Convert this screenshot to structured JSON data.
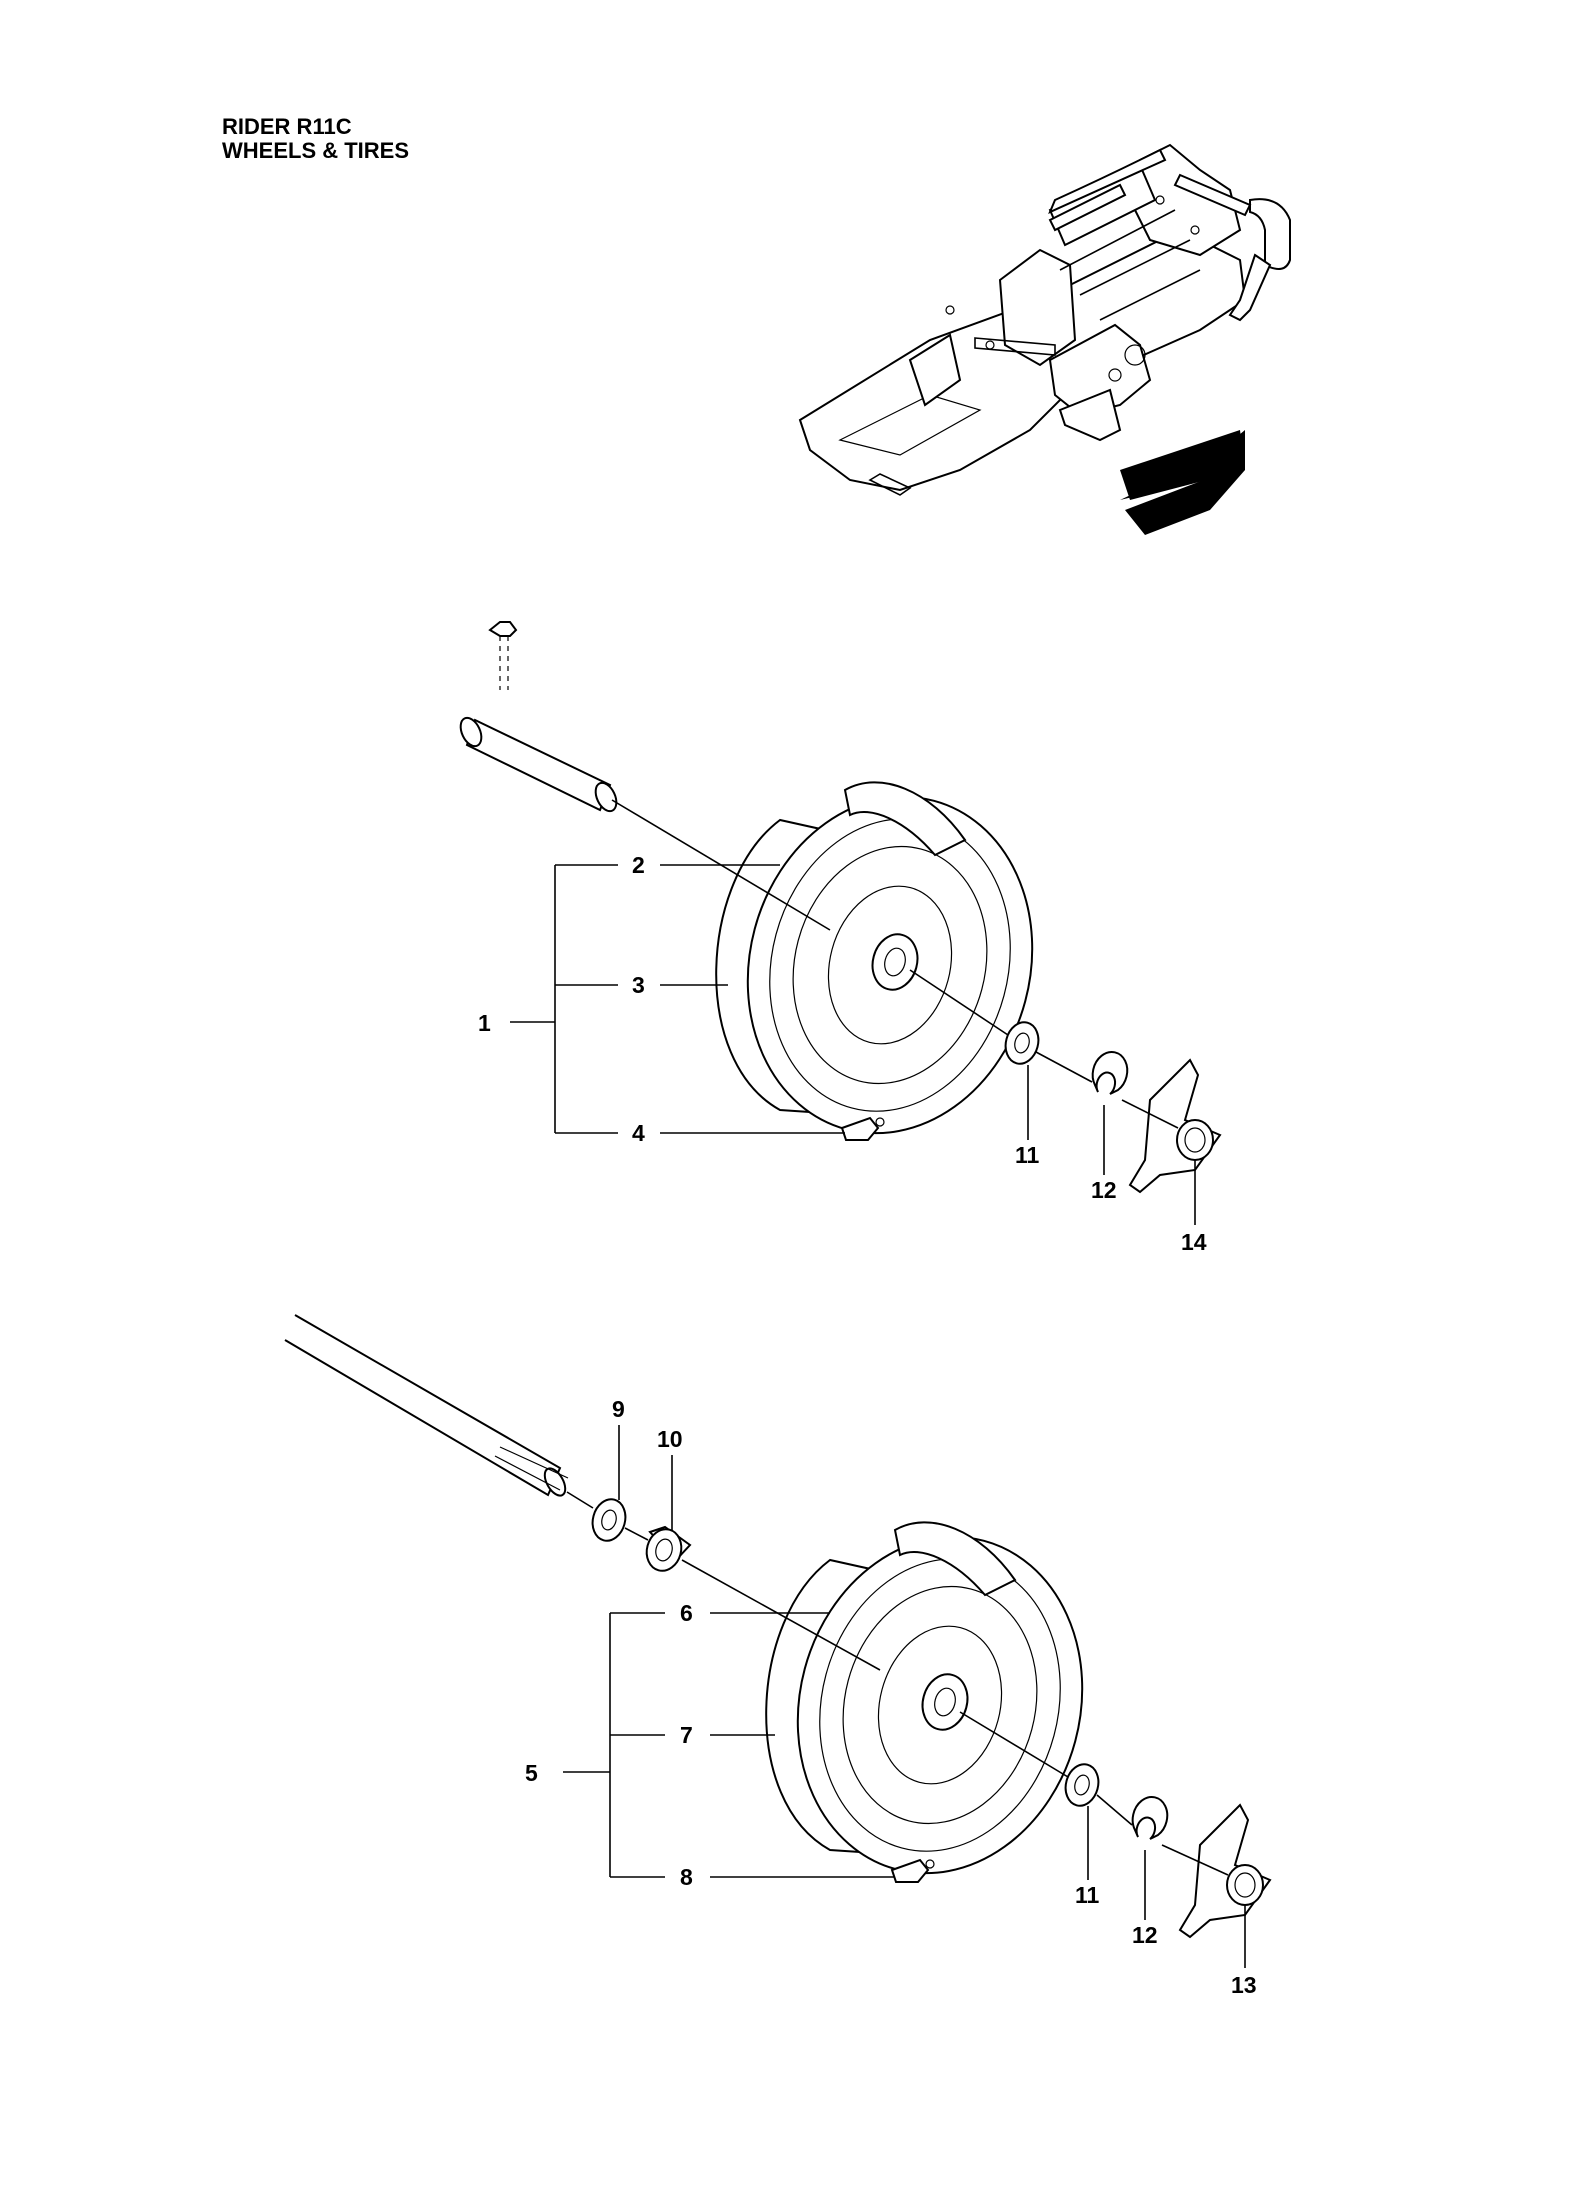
{
  "header": {
    "model": "RIDER R11C",
    "section": "WHEELS & TIRES"
  },
  "callouts": {
    "c1": "1",
    "c2": "2",
    "c3": "3",
    "c4": "4",
    "c5": "5",
    "c6": "6",
    "c7": "7",
    "c8": "8",
    "c9": "9",
    "c10": "10",
    "c11a": "11",
    "c12a": "12",
    "c14": "14",
    "c11b": "11",
    "c12b": "12",
    "c13": "13"
  }
}
